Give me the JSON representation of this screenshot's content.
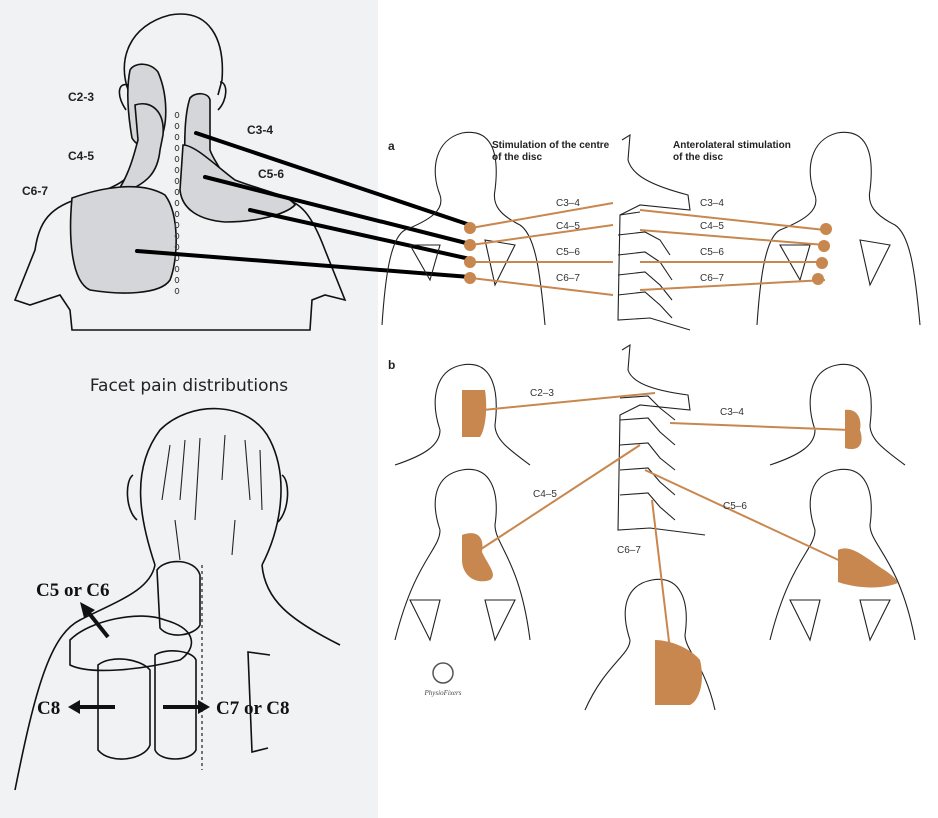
{
  "top_left_diagram": {
    "labels": [
      "C2-3",
      "C3-4",
      "C4-5",
      "C5-6",
      "C6-7"
    ]
  },
  "bottom_left_diagram": {
    "title": "Facet pain distributions",
    "labels": [
      "C5 or C6",
      "C8",
      "C7 or C8"
    ]
  },
  "panel_a": {
    "letter": "a",
    "left_caption_line1": "Stimulation of the centre",
    "left_caption_line2": "of the disc",
    "right_caption_line1": "Anterolateral stimulation",
    "right_caption_line2": "of the disc",
    "left_levels": [
      "C3–4",
      "C4–5",
      "C5–6",
      "C6–7"
    ],
    "right_levels": [
      "C3–4",
      "C4–5",
      "C5–6",
      "C6–7"
    ]
  },
  "panel_b": {
    "letter": "b",
    "levels": [
      "C2–3",
      "C3–4",
      "C4–5",
      "C5–6",
      "C6–7"
    ],
    "logo_text": "PhysioFixers"
  },
  "colors": {
    "referral_orange": "#c8874e",
    "shaded_gray": "#d4d6d9",
    "left_background": "#f1f2f3"
  }
}
